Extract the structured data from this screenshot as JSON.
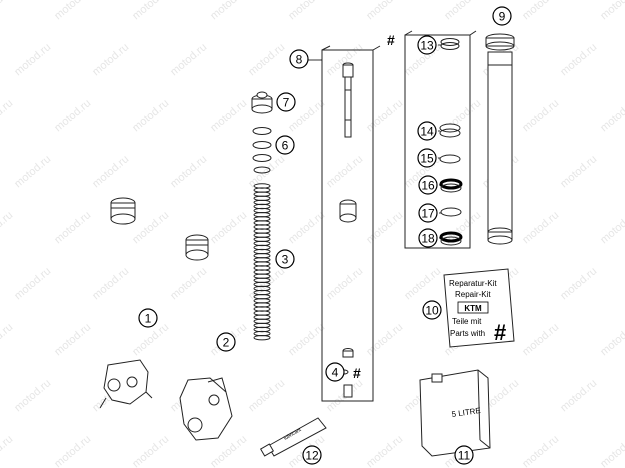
{
  "watermark": "motod.ru",
  "callouts": [
    {
      "id": "c1",
      "label": "1"
    },
    {
      "id": "c2",
      "label": "2"
    },
    {
      "id": "c3",
      "label": "3"
    },
    {
      "id": "c4",
      "label": "4"
    },
    {
      "id": "c6",
      "label": "6"
    },
    {
      "id": "c7",
      "label": "7"
    },
    {
      "id": "c8",
      "label": "8"
    },
    {
      "id": "c9",
      "label": "9"
    },
    {
      "id": "c10",
      "label": "10"
    },
    {
      "id": "c11",
      "label": "11"
    },
    {
      "id": "c12",
      "label": "12"
    },
    {
      "id": "c13",
      "label": "13"
    },
    {
      "id": "c14",
      "label": "14"
    },
    {
      "id": "c15",
      "label": "15"
    },
    {
      "id": "c16",
      "label": "16"
    },
    {
      "id": "c17",
      "label": "17"
    },
    {
      "id": "c18",
      "label": "18"
    }
  ],
  "hash_symbol": "#",
  "repair_kit": {
    "line1": "Reparatur-Kit",
    "line2": "Repair-Kit",
    "brand": "KTM",
    "line3": "Teile mit",
    "line4": "Parts with",
    "hash": "#"
  },
  "canister_label": "5 LITRE",
  "tube_label": "lubricant"
}
